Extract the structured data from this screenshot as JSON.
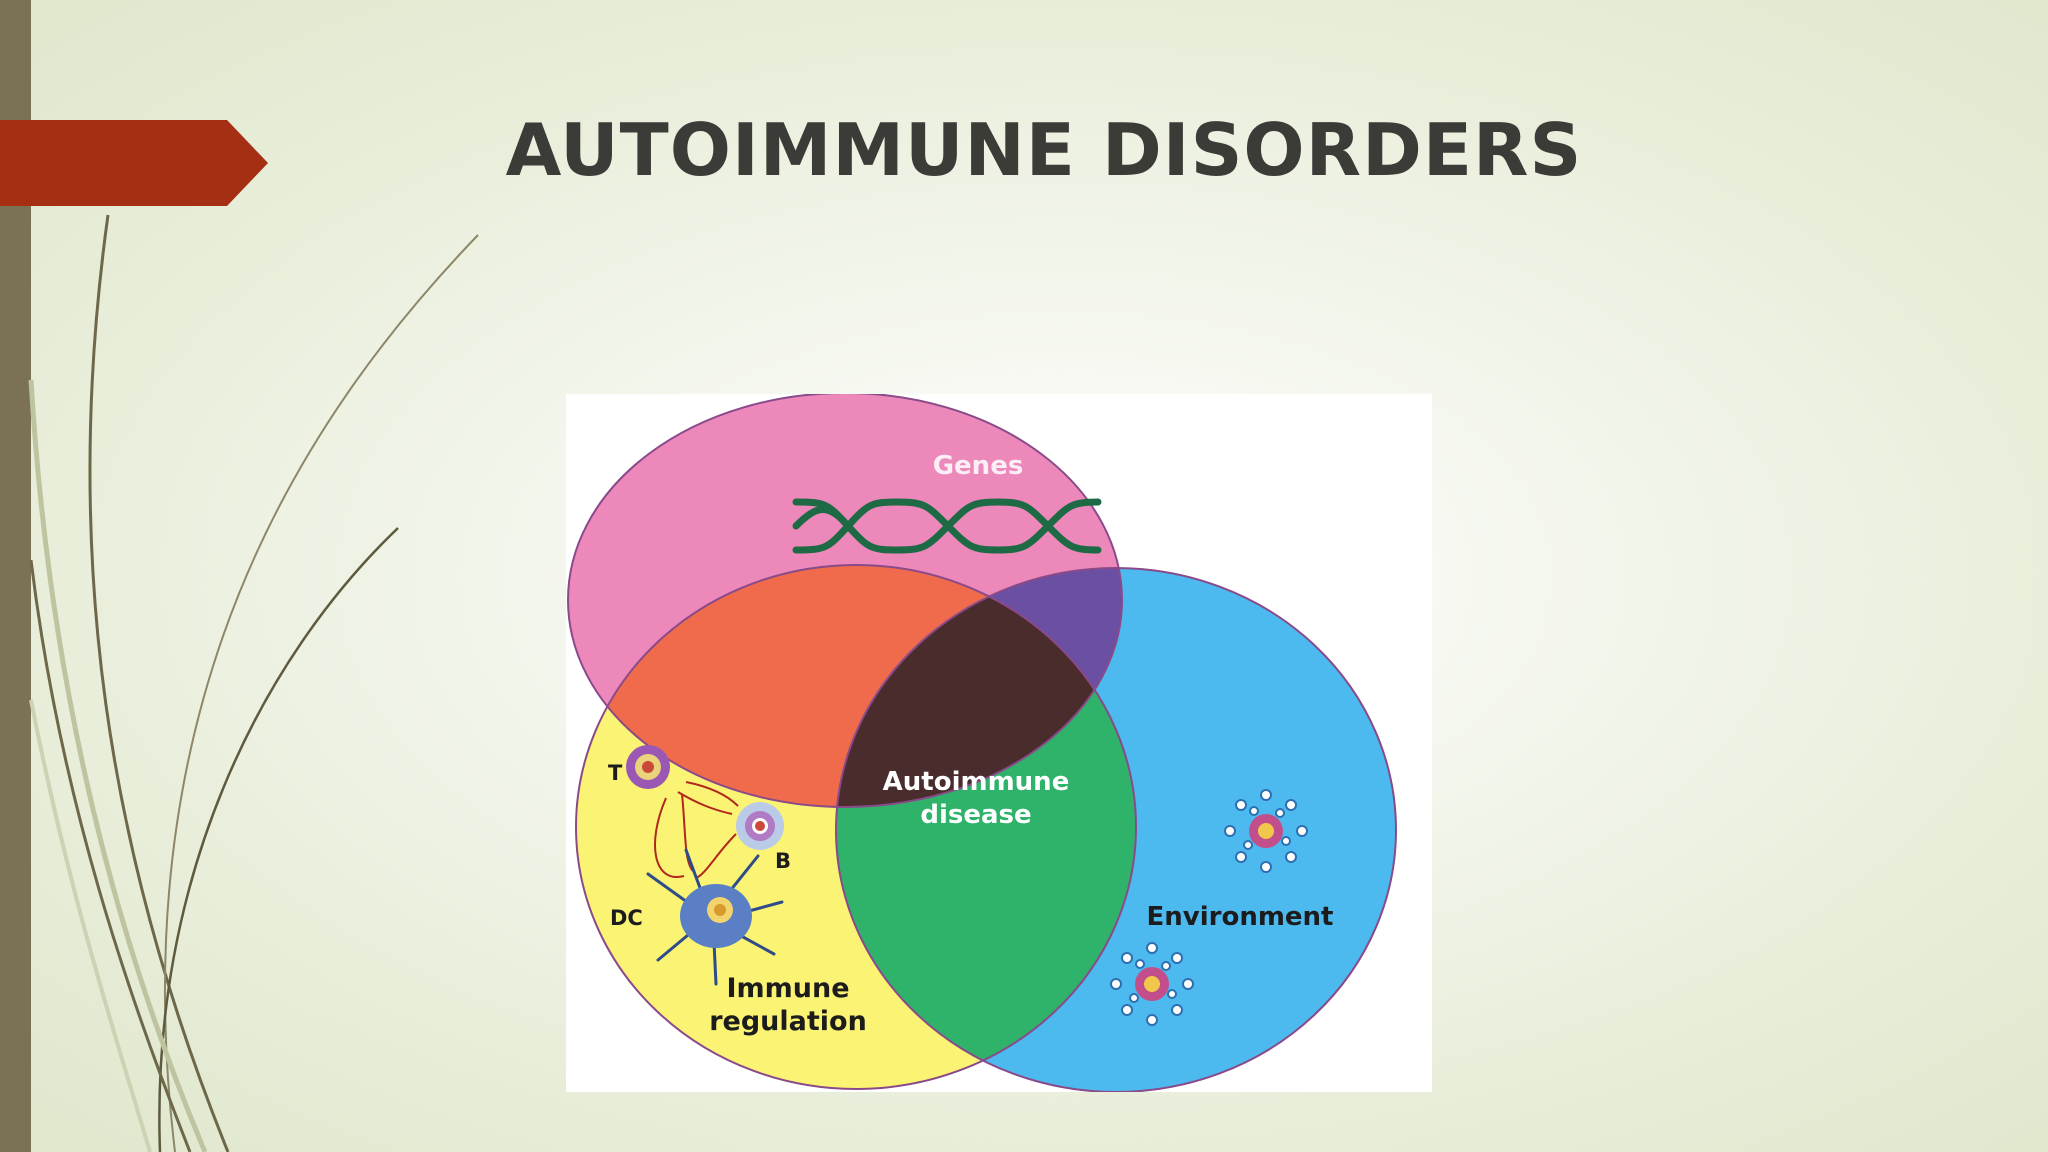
{
  "slide": {
    "title": "AUTOIMMUNE DISORDERS"
  },
  "diagram": {
    "circles": [
      {
        "id": "genes",
        "label": "Genes",
        "color": "#ec88ba"
      },
      {
        "id": "immune",
        "label_line1": "Immune",
        "label_line2": "regulation",
        "color": "#fbf373"
      },
      {
        "id": "environment",
        "label": "Environment",
        "color": "#4cb9ef"
      }
    ],
    "center": {
      "line1": "Autoimmune",
      "line2": "disease",
      "color": "#4a2c2c"
    },
    "overlap_colors": {
      "genes_immune": "#ef6b4c",
      "genes_environment": "#6a4fa2",
      "immune_environment": "#2fb36b"
    },
    "cells": {
      "t": "T",
      "b": "B",
      "dc": "DC"
    }
  },
  "theme": {
    "accent_red": "#a52f12",
    "bar": "#7a7253",
    "title_color": "#3b3b38"
  }
}
